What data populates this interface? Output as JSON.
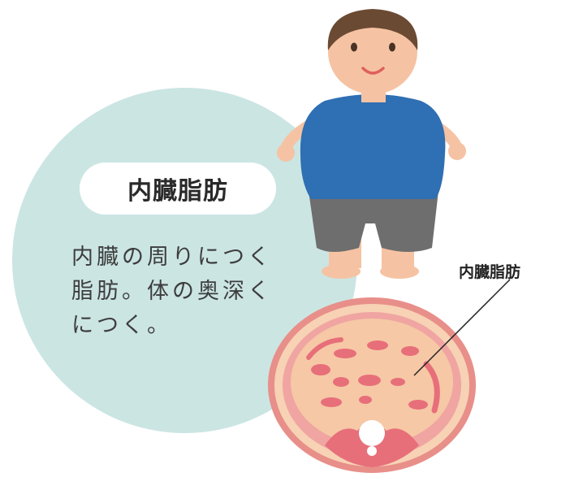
{
  "card": {
    "title": "内臓脂肪",
    "description_lines": [
      "内臓の周りにつく",
      "脂肪。体の奥深く",
      "につく。"
    ]
  },
  "callout": {
    "label": "内臓脂肪"
  },
  "illustration": {
    "figure": "overweight-child-icon",
    "cross_section": "abdomen-cross-section-icon"
  },
  "colors": {
    "bubble": "#cbe5e3",
    "shirt": "#2f6fb3",
    "shorts": "#6e6e6e",
    "skin": "#f5c3a3",
    "hair": "#6b4a33",
    "abdomen_outer": "#e88f8a",
    "abdomen_inner": "#f6c8a6",
    "fat_spots": "#e76f7a"
  }
}
